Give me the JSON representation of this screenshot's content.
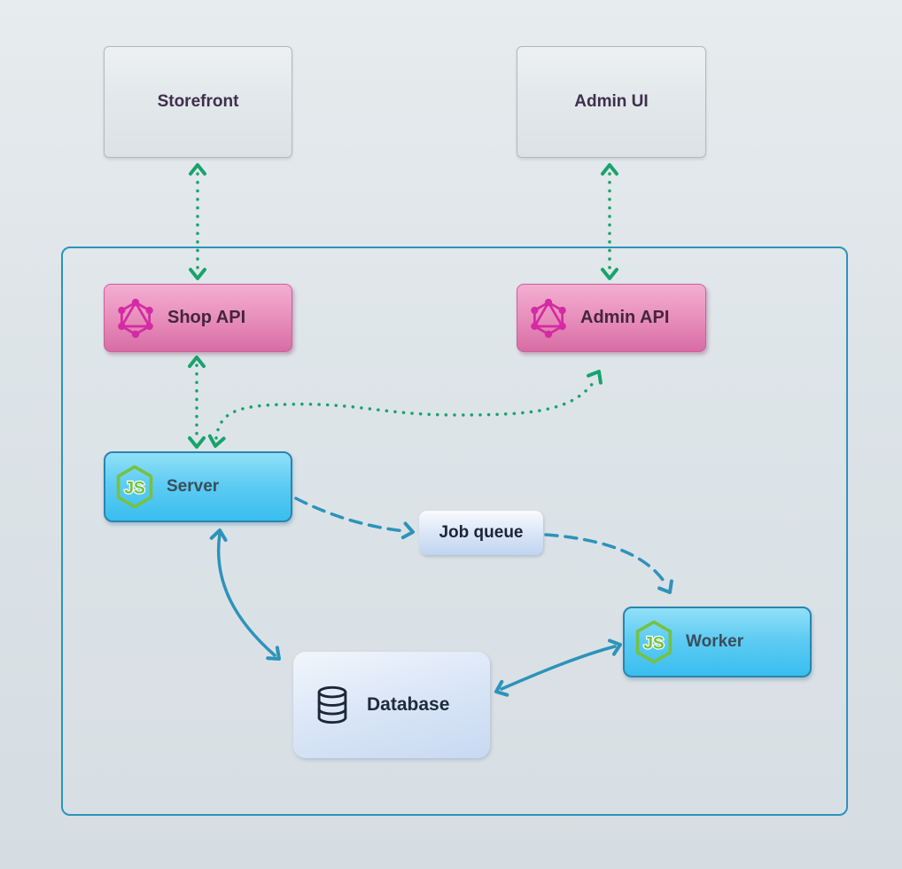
{
  "diagram": {
    "nodes": {
      "storefront": {
        "label": "Storefront"
      },
      "admin_ui": {
        "label": "Admin UI"
      },
      "shop_api": {
        "label": "Shop API",
        "icon": "graphql-icon"
      },
      "admin_api": {
        "label": "Admin API",
        "icon": "graphql-icon"
      },
      "server": {
        "label": "Server",
        "icon": "nodejs-icon"
      },
      "job_queue": {
        "label": "Job queue"
      },
      "worker": {
        "label": "Worker",
        "icon": "nodejs-icon"
      },
      "database": {
        "label": "Database",
        "icon": "database-icon"
      }
    },
    "icon_glyphs": {
      "graphql": "hexagon-network-logo",
      "nodejs": "hexagon-js-logo",
      "nodejs_text": "JS",
      "database": "cylinder-stack"
    },
    "edges": [
      {
        "from": "Storefront",
        "to": "Shop API",
        "style": "dotted",
        "color": "#18a36c",
        "bidirectional": true
      },
      {
        "from": "Admin UI",
        "to": "Admin API",
        "style": "dotted",
        "color": "#18a36c",
        "bidirectional": true
      },
      {
        "from": "Shop API",
        "to": "Server",
        "style": "dotted",
        "color": "#18a36c",
        "bidirectional": true
      },
      {
        "from": "Server",
        "to": "Admin API",
        "style": "dotted",
        "color": "#18a36c",
        "bidirectional": true
      },
      {
        "from": "Server",
        "to": "Job queue",
        "style": "dashed",
        "color": "#2d93ba",
        "bidirectional": false
      },
      {
        "from": "Job queue",
        "to": "Worker",
        "style": "dashed",
        "color": "#2d93ba",
        "bidirectional": false
      },
      {
        "from": "Server",
        "to": "Database",
        "style": "solid",
        "color": "#2d93ba",
        "bidirectional": true
      },
      {
        "from": "Worker",
        "to": "Database",
        "style": "solid",
        "color": "#2d93ba",
        "bidirectional": true
      }
    ],
    "colors": {
      "edge_green": "#18a36c",
      "edge_blue": "#2d93ba",
      "container_border": "#2d93ba",
      "graphql_pink": "#d32ba3",
      "nodejs_green": "#76c23f",
      "database_icon_ink": "#1d2736"
    }
  }
}
